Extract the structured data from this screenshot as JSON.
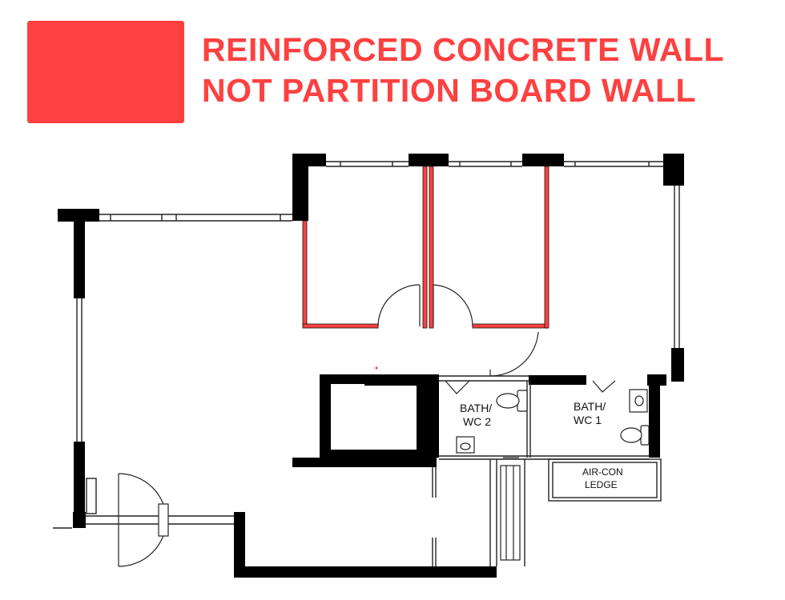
{
  "legend": {
    "swatch_color": "#fd4141",
    "line1": "REINFORCED CONCRETE WALL",
    "line2": "NOT PARTITION BOARD WALL"
  },
  "labels": {
    "bath2_line1": "BATH/",
    "bath2_line2": "WC 2",
    "bath1_line1": "BATH/",
    "bath1_line2": "WC 1",
    "aircon_line1": "AIR-CON",
    "aircon_line2": "LEDGE"
  },
  "colors": {
    "wall": "#000000",
    "rc_wall": "#fd4141",
    "thin_line": "#444444"
  },
  "icons": [
    "toilet-icon",
    "sink-icon",
    "door-swing-icon",
    "window-icon"
  ]
}
